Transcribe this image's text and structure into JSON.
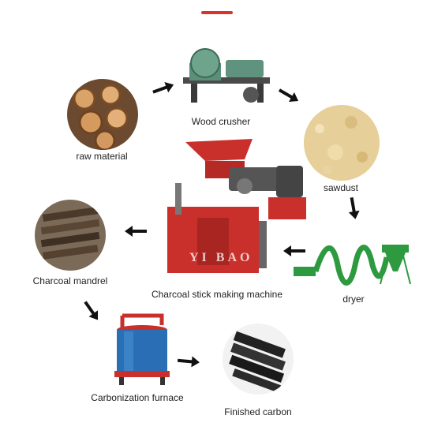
{
  "labels": {
    "wood_crusher": "Wood crusher",
    "raw_material": "raw material",
    "sawdust": "sawdust",
    "dryer": "dryer",
    "machine": "Charcoal stick making machine",
    "mandrel": "Charcoal mandrel",
    "furnace": "Carbonization furnace",
    "finished": "Finished carbon"
  },
  "watermark": "YI BAO",
  "colors": {
    "accent": "#d8342a",
    "machine_red": "#c9302c",
    "dryer_green": "#2e9a3f",
    "furnace_blue": "#2a6fb5",
    "arrow": "#111111"
  }
}
